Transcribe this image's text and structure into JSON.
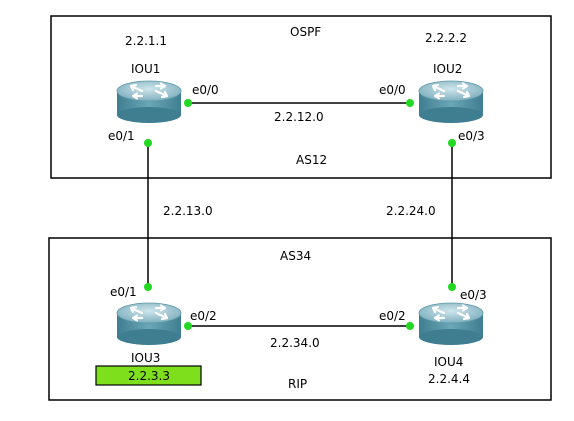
{
  "areas": {
    "top_title": "OSPF",
    "top_as": "AS12",
    "bottom_as": "AS34",
    "bottom_title": "RIP"
  },
  "routers": [
    {
      "id": "IOU1",
      "name": "IOU1",
      "loopback": "2.2.1.1"
    },
    {
      "id": "IOU2",
      "name": "IOU2",
      "loopback": "2.2.2.2"
    },
    {
      "id": "IOU3",
      "name": "IOU3",
      "loopback": "2.2.3.3",
      "loopback_highlight": "#7ee01c"
    },
    {
      "id": "IOU4",
      "name": "IOU4",
      "loopback": "2.2.4.4"
    }
  ],
  "links": [
    {
      "from": "IOU1",
      "to": "IOU2",
      "network": "2.2.12.0",
      "from_if": "e0/0",
      "to_if": "e0/0"
    },
    {
      "from": "IOU1",
      "to": "IOU3",
      "network": "2.2.13.0",
      "from_if": "e0/1",
      "to_if": "e0/1"
    },
    {
      "from": "IOU2",
      "to": "IOU4",
      "network": "2.2.24.0",
      "from_if": "e0/3",
      "to_if": "e0/3"
    },
    {
      "from": "IOU3",
      "to": "IOU4",
      "network": "2.2.34.0",
      "from_if": "e0/2",
      "to_if": "e0/2"
    }
  ],
  "colors": {
    "port_dot": "#22d822",
    "router_body": "#4e8fa1",
    "router_top": "#9cc3cf"
  }
}
